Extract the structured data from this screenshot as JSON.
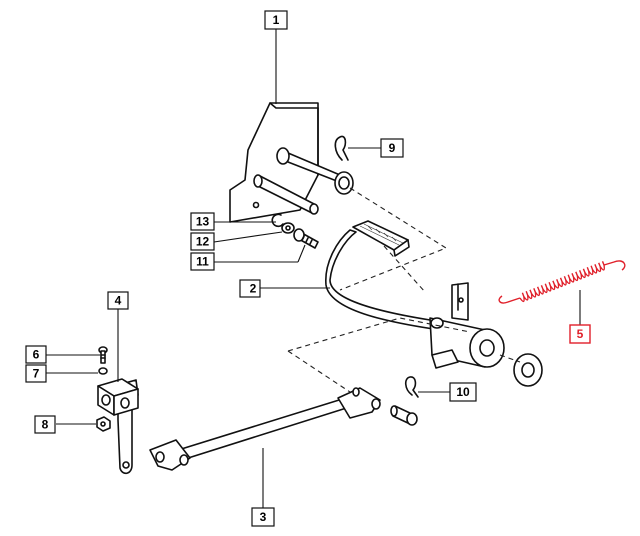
{
  "colors": {
    "line": "#111111",
    "highlight": "#e0202a",
    "background": "#ffffff"
  },
  "callouts": [
    {
      "id": "1",
      "label": "1",
      "highlight": false
    },
    {
      "id": "2",
      "label": "2",
      "highlight": false
    },
    {
      "id": "3",
      "label": "3",
      "highlight": false
    },
    {
      "id": "4",
      "label": "4",
      "highlight": false
    },
    {
      "id": "5",
      "label": "5",
      "highlight": true
    },
    {
      "id": "6",
      "label": "6",
      "highlight": false
    },
    {
      "id": "7",
      "label": "7",
      "highlight": false
    },
    {
      "id": "8",
      "label": "8",
      "highlight": false
    },
    {
      "id": "9",
      "label": "9",
      "highlight": false
    },
    {
      "id": "10",
      "label": "10",
      "highlight": false
    },
    {
      "id": "11",
      "label": "11",
      "highlight": false
    },
    {
      "id": "12",
      "label": "12",
      "highlight": false
    },
    {
      "id": "13",
      "label": "13",
      "highlight": false
    }
  ]
}
